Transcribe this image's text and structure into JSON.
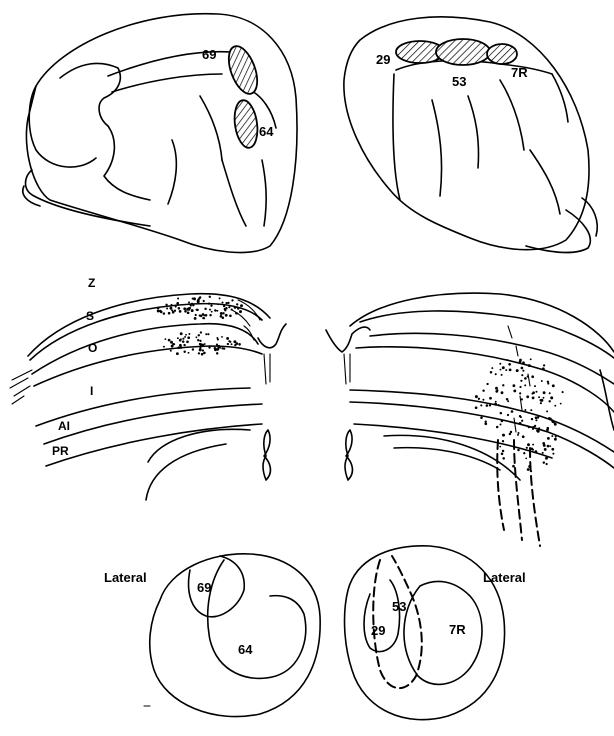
{
  "brain_left": {
    "regions": [
      "69",
      "64"
    ]
  },
  "brain_right": {
    "regions": [
      "29",
      "53",
      "7R"
    ]
  },
  "colliculus": {
    "layers": [
      "Z",
      "S",
      "O",
      "I",
      "AI",
      "PR"
    ]
  },
  "maps": {
    "left": {
      "side_label": "Lateral",
      "regions": [
        "69",
        "64"
      ]
    },
    "right": {
      "side_label": "Lateral",
      "regions": [
        "29",
        "53",
        "7R"
      ]
    }
  }
}
